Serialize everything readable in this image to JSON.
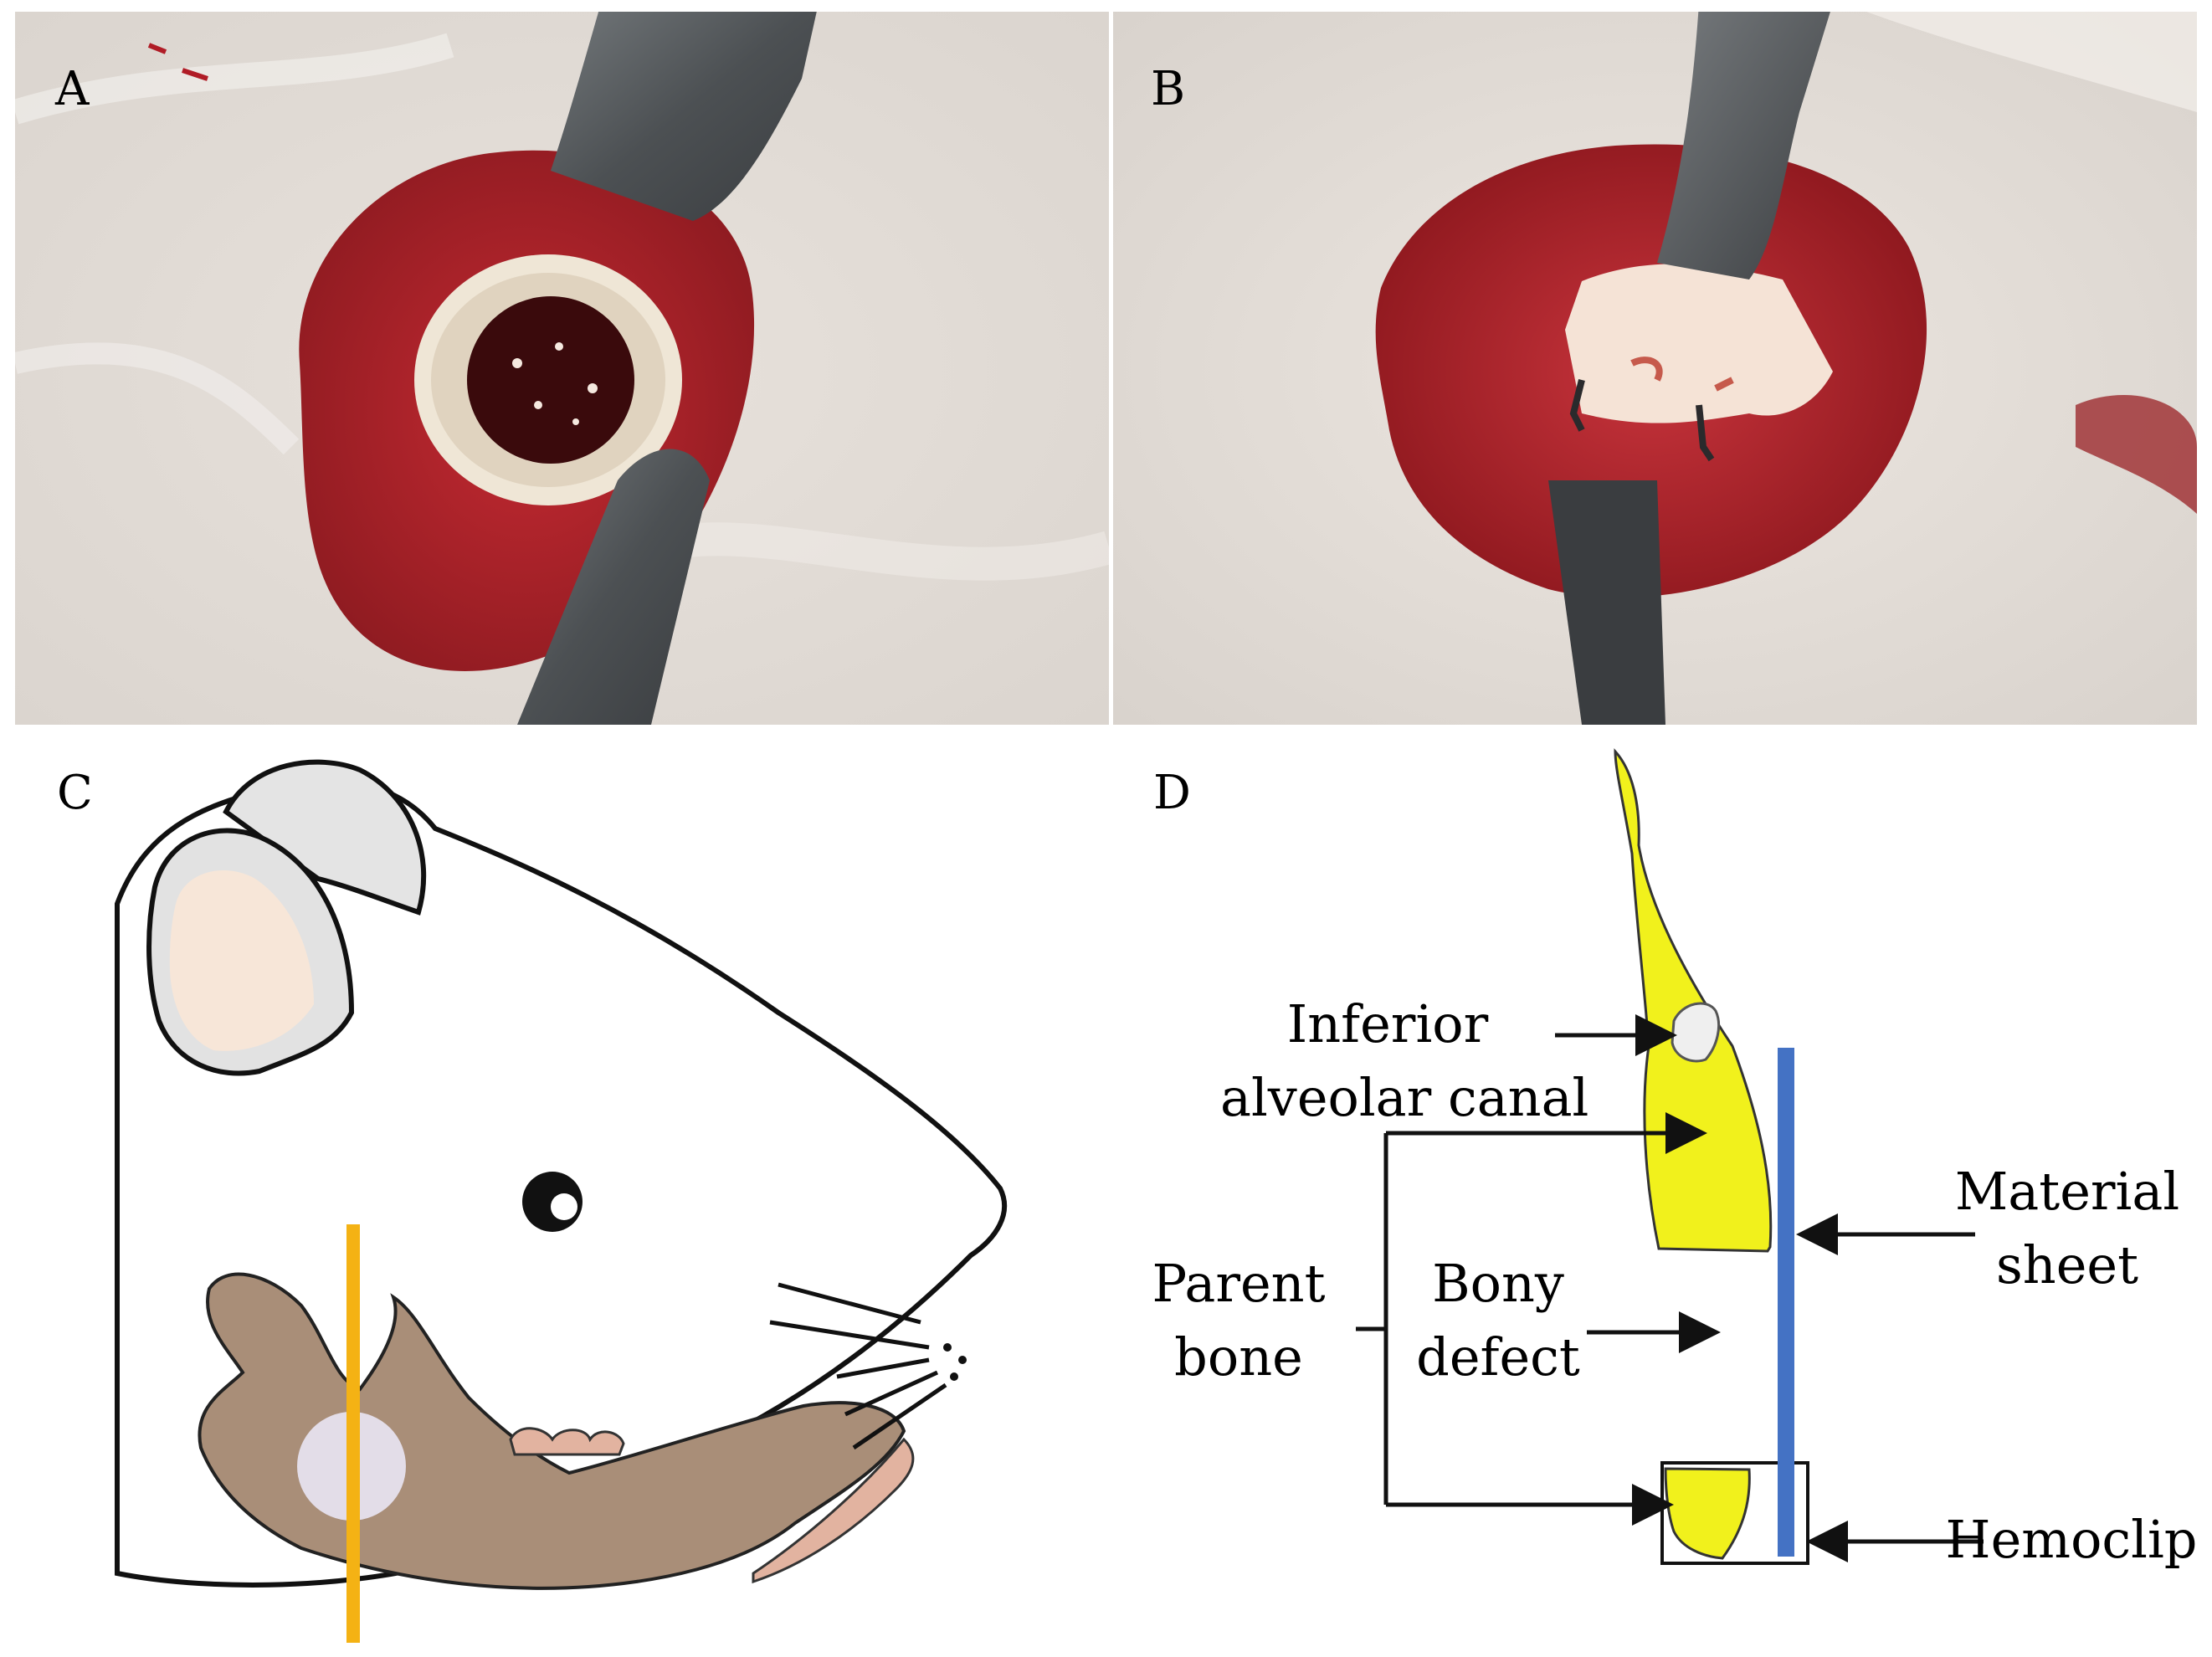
{
  "panels": {
    "a": {
      "letter": "A"
    },
    "b": {
      "letter": "B"
    },
    "c": {
      "letter": "C"
    },
    "d": {
      "letter": "D"
    }
  },
  "diagram": {
    "inferior_alveolar_canal": [
      "Inferior",
      "alveolar canal"
    ],
    "material_sheet": [
      "Material",
      "sheet"
    ],
    "parent_bone": [
      "Parent",
      "bone"
    ],
    "bony_defect": [
      "Bony",
      "defect"
    ],
    "hemoclip": "Hemoclip"
  },
  "colors": {
    "bone_fill": "#f1f11c",
    "material_sheet": "#4472c4",
    "guide_line": "#f4b214",
    "mandible": "#a98e78",
    "tissue": "#b01c26",
    "fur": "#ece7e1",
    "retractor": "#55595c"
  }
}
